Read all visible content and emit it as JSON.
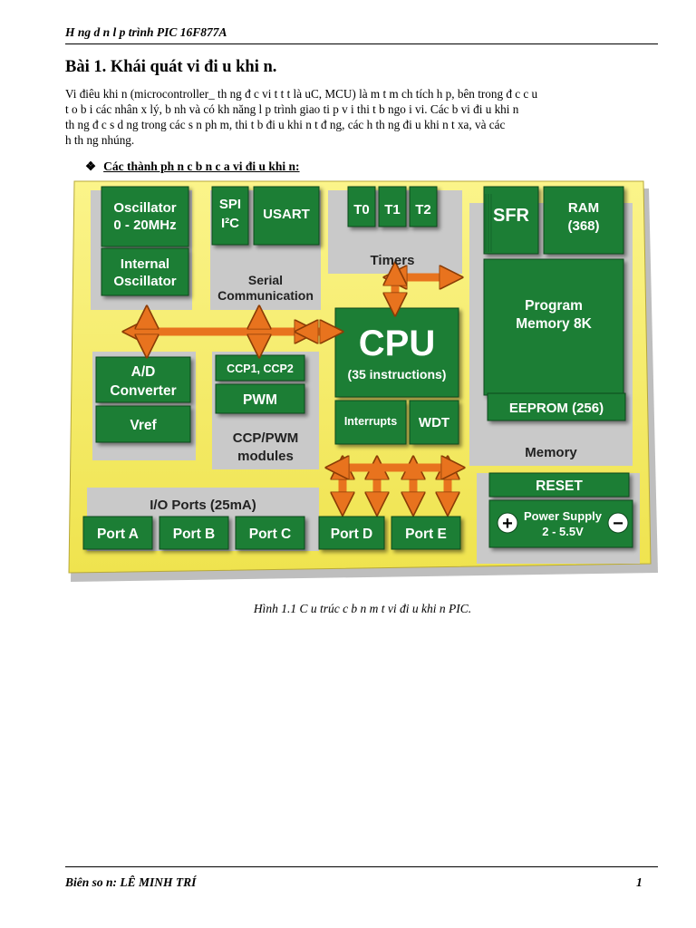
{
  "header": {
    "title": "H   ng d  n l  p trình PIC 16F877A"
  },
  "section_title": "Bài 1. Khái quát vi đi  u khi  n.",
  "intro_lines": [
    "Vi điêu khi  n (microcontroller_ th    ng đ     c vi  t t  t là uC, MCU) là m  t m  ch tích h  p, bên trong đ    c c  u",
    "t  o b  i các nhân x   lý, b   nh    và có kh   năng l  p trình giao ti  p v  i thi  t b   ngo   i vi. Các b   vi đi  u khi  n",
    "th    ng đ     c s   d  ng trong các s  n ph  m, thi  t b   đi  u khi  n t   đ  ng, các h   th  ng đi  u khi  n t   xa, và các",
    "h   th  ng nhúng."
  ],
  "bullet": {
    "symbol": "❖",
    "label": "Các thành ph  n c   b  n c  a vi đi  u khi  n:"
  },
  "diagram": {
    "oscillator": [
      "Oscillator",
      "0 - 20MHz"
    ],
    "internal_osc": [
      "Internal",
      "Oscillator"
    ],
    "spi": "SPI",
    "i2c": "I²C",
    "usart": "USART",
    "serial": [
      "Serial",
      "Communication"
    ],
    "timers": [
      "T0",
      "T1",
      "T2"
    ],
    "timers_label": "Timers",
    "sfr": "SFR",
    "ram": [
      "RAM",
      "(368)"
    ],
    "program_memory": [
      "Program",
      "Memory 8K"
    ],
    "eeprom": "EEPROM (256)",
    "memory_label": "Memory",
    "cpu": "CPU",
    "cpu_sub": "(35 instructions)",
    "interrupts": "Interrupts",
    "wdt": "WDT",
    "adc": [
      "A/D",
      "Converter"
    ],
    "vref": "Vref",
    "ccp": "CCP1, CCP2",
    "pwm": "PWM",
    "ccp_label": [
      "CCP/PWM",
      "modules"
    ],
    "io_label": "I/O Ports (25mA)",
    "ports": [
      "Port A",
      "Port B",
      "Port C",
      "Port D",
      "Port E"
    ],
    "reset": "RESET",
    "power": [
      "Power Supply",
      "2 - 5.5V"
    ],
    "plus": "+",
    "minus": "−",
    "colors": {
      "board": "#F7EF6A",
      "module": "#1E7E36",
      "panel": "#C9C9C9",
      "arrow": "#E8731E"
    }
  },
  "caption": "Hình 1.1 C  u trúc c   b  n m  t vi đi  u khi  n PIC.",
  "footer": {
    "author": "Biên so  n: LÊ MINH TRÍ",
    "page": "1"
  }
}
